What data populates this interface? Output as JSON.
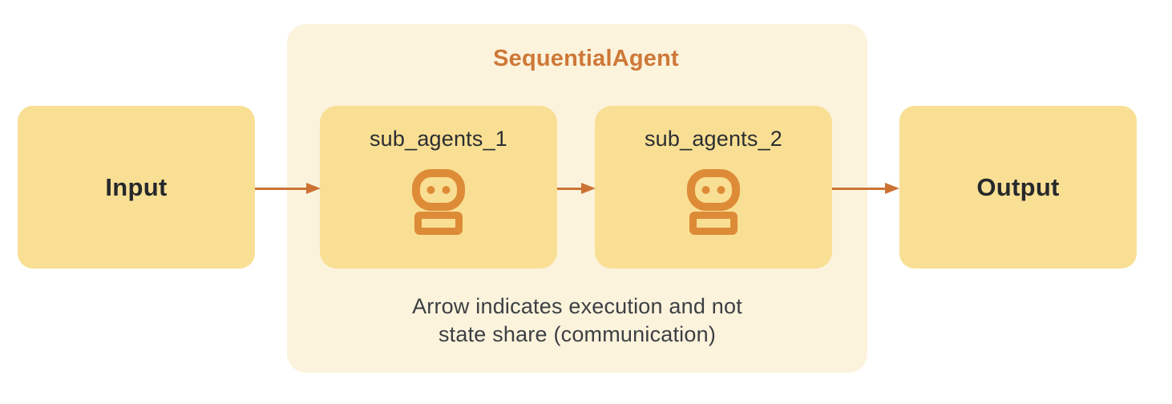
{
  "diagram": {
    "input_label": "Input",
    "output_label": "Output",
    "container_title": "SequentialAgent",
    "sub_agents": [
      {
        "label": "sub_agents_1",
        "icon": "robot-icon"
      },
      {
        "label": "sub_agents_2",
        "icon": "robot-icon"
      }
    ],
    "caption_line1": "Arrow indicates execution and not",
    "caption_line2": "state share (communication)",
    "arrows": [
      {
        "from": "input",
        "to": "sub_agents_1"
      },
      {
        "from": "sub_agents_1",
        "to": "sub_agents_2"
      },
      {
        "from": "sub_agents_2",
        "to": "output"
      }
    ],
    "colors": {
      "box_yellow": "#F8DF93",
      "container_cream": "#FBF3DC",
      "icon_orange": "#DE8B37",
      "arrow_orange": "#CC7334",
      "title_orange": "#CE7838",
      "text_dark": "#26282B",
      "caption_gray": "#3C3F43",
      "background": "#FFFFFF"
    }
  }
}
